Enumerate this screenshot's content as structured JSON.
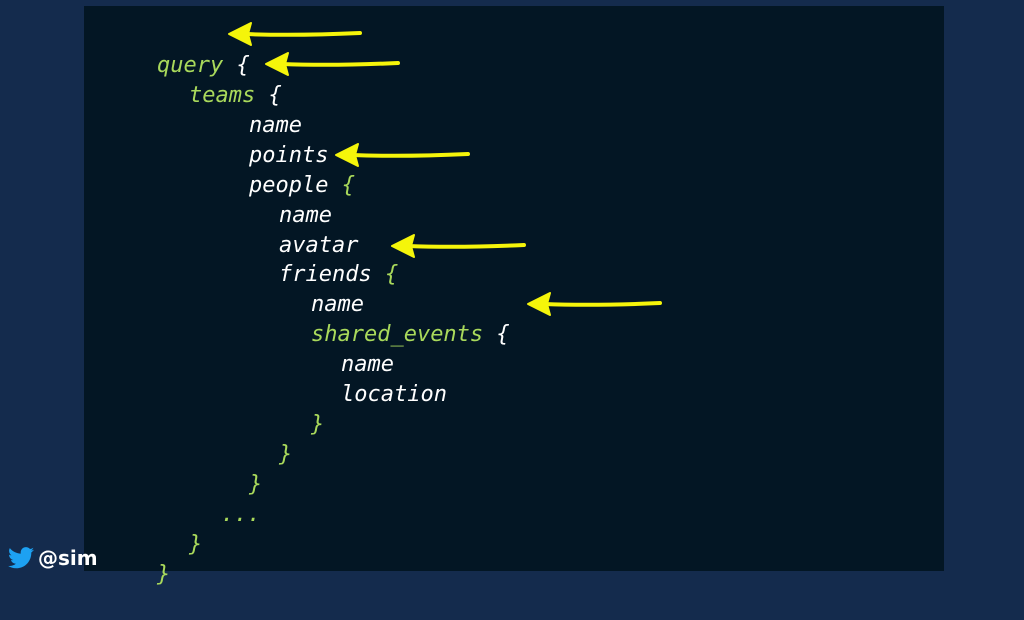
{
  "code": {
    "l1_key": "query",
    "l1_brace": "{",
    "l2_key": "teams",
    "l2_brace": "{",
    "l3_field": "name",
    "l4_field": "points",
    "l5_key": "people",
    "l5_brace": "{",
    "l6_field": "name",
    "l7_field": "avatar",
    "l8_key": "friends",
    "l8_brace": "{",
    "l9_field": "name",
    "l10_key": "shared_events",
    "l10_brace": "{",
    "l11_field": "name",
    "l12_field": "location",
    "l13_brace": "}",
    "l14_brace": "}",
    "l15_brace": "}",
    "l16_ellipsis": "...",
    "l17_brace": "}",
    "l18_brace": "}"
  },
  "annotation": {
    "arrow_color": "#f5f50a"
  },
  "footer": {
    "handle": "@sim",
    "icon": "twitter-bird-icon"
  }
}
